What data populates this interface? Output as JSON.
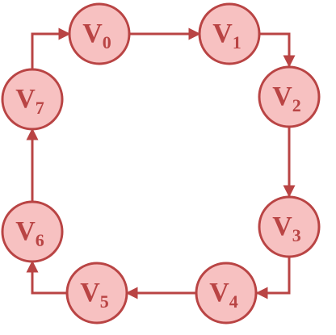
{
  "colors": {
    "node_fill": "#f7c1c1",
    "node_stroke": "#b94444",
    "edge": "#b94444",
    "label": "#b94444",
    "background": "#ffffff"
  },
  "diagram": {
    "nodes": [
      {
        "id": "v0",
        "main": "V",
        "sub": "0"
      },
      {
        "id": "v1",
        "main": "V",
        "sub": "1"
      },
      {
        "id": "v2",
        "main": "V",
        "sub": "2"
      },
      {
        "id": "v3",
        "main": "V",
        "sub": "3"
      },
      {
        "id": "v4",
        "main": "V",
        "sub": "4"
      },
      {
        "id": "v5",
        "main": "V",
        "sub": "5"
      },
      {
        "id": "v6",
        "main": "V",
        "sub": "6"
      },
      {
        "id": "v7",
        "main": "V",
        "sub": "7"
      }
    ],
    "edges": [
      {
        "from": "v0",
        "to": "v1"
      },
      {
        "from": "v1",
        "to": "v2"
      },
      {
        "from": "v2",
        "to": "v3"
      },
      {
        "from": "v3",
        "to": "v4"
      },
      {
        "from": "v4",
        "to": "v5"
      },
      {
        "from": "v5",
        "to": "v6"
      },
      {
        "from": "v6",
        "to": "v7"
      },
      {
        "from": "v7",
        "to": "v0"
      }
    ]
  }
}
